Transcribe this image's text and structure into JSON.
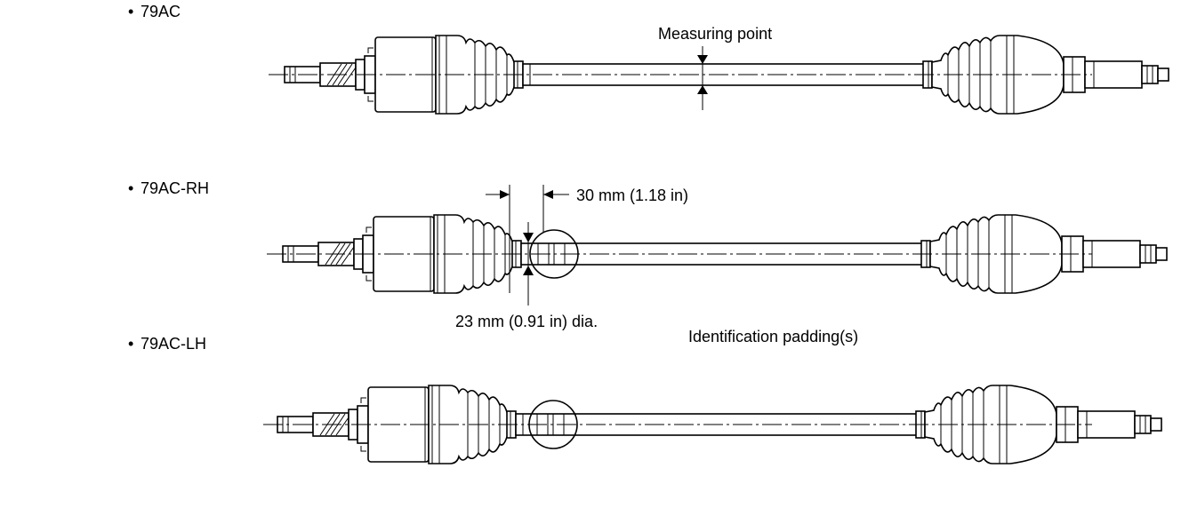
{
  "variants": [
    {
      "bullet": "•",
      "name": "79AC"
    },
    {
      "bullet": "•",
      "name": "79AC-RH"
    },
    {
      "bullet": "•",
      "name": "79AC-LH"
    }
  ],
  "annotations": {
    "measuring_point": "Measuring point",
    "length": "30 mm (1.18 in)",
    "diameter": "23 mm (0.91 in) dia.",
    "identification": "Identification padding(s)"
  }
}
